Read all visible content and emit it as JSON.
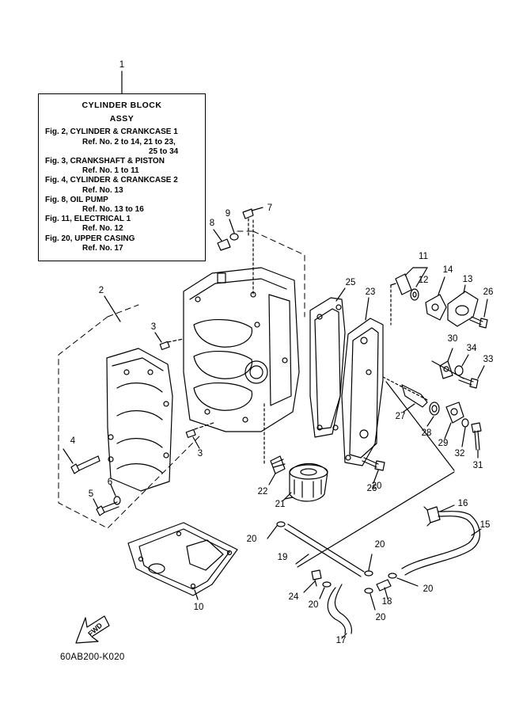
{
  "info_box": {
    "title": "CYLINDER  BLOCK",
    "subtitle": "ASSY",
    "refs": [
      {
        "fig": "Fig. 2, CYLINDER & CRANKCASE 1",
        "lines": [
          "Ref. No. 2 to 14, 21 to 23,",
          "25 to 34"
        ]
      },
      {
        "fig": "Fig. 3, CRANKSHAFT & PISTON",
        "lines": [
          "Ref. No. 1 to 11"
        ]
      },
      {
        "fig": "Fig. 4, CYLINDER & CRANKCASE 2",
        "lines": [
          "Ref. No. 13"
        ]
      },
      {
        "fig": "Fig. 8, OIL PUMP",
        "lines": [
          "Ref. No. 13 to 16"
        ]
      },
      {
        "fig": "Fig. 11, ELECTRICAL 1",
        "lines": [
          "Ref. No. 12"
        ]
      },
      {
        "fig": "Fig. 20, UPPER CASING",
        "lines": [
          "Ref. No. 17"
        ]
      }
    ]
  },
  "callouts": [
    "1",
    "2",
    "3",
    "3",
    "4",
    "5",
    "6",
    "7",
    "8",
    "9",
    "10",
    "11",
    "12",
    "13",
    "14",
    "15",
    "16",
    "17",
    "18",
    "19",
    "20",
    "20",
    "20",
    "20",
    "20",
    "20",
    "21",
    "22",
    "23",
    "24",
    "25",
    "26",
    "26",
    "27",
    "28",
    "29",
    "30",
    "31",
    "32",
    "33",
    "34"
  ],
  "fwd_label": "FWD",
  "diagram_code": "60AB200-K020"
}
